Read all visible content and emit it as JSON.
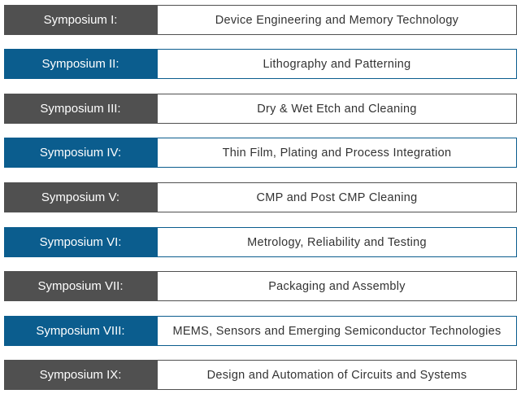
{
  "symposia": [
    {
      "label": "Symposium I:",
      "title": "Device Engineering and Memory Technology",
      "color": "#505050"
    },
    {
      "label": "Symposium II:",
      "title": "Lithography and Patterning",
      "color": "#0b5d8e"
    },
    {
      "label": "Symposium III:",
      "title": "Dry & Wet Etch and Cleaning",
      "color": "#505050"
    },
    {
      "label": "Symposium IV:",
      "title": "Thin Film, Plating and Process Integration",
      "color": "#0b5d8e"
    },
    {
      "label": "Symposium V:",
      "title": "CMP and Post CMP Cleaning",
      "color": "#505050"
    },
    {
      "label": "Symposium VI:",
      "title": "Metrology, Reliability and Testing",
      "color": "#0b5d8e"
    },
    {
      "label": "Symposium VII:",
      "title": "Packaging and Assembly",
      "color": "#505050"
    },
    {
      "label": "Symposium VIII:",
      "title": "MEMS, Sensors and Emerging Semiconductor Technologies",
      "color": "#0b5d8e"
    },
    {
      "label": "Symposium IX:",
      "title": "Design and Automation of Circuits and Systems",
      "color": "#505050"
    }
  ]
}
